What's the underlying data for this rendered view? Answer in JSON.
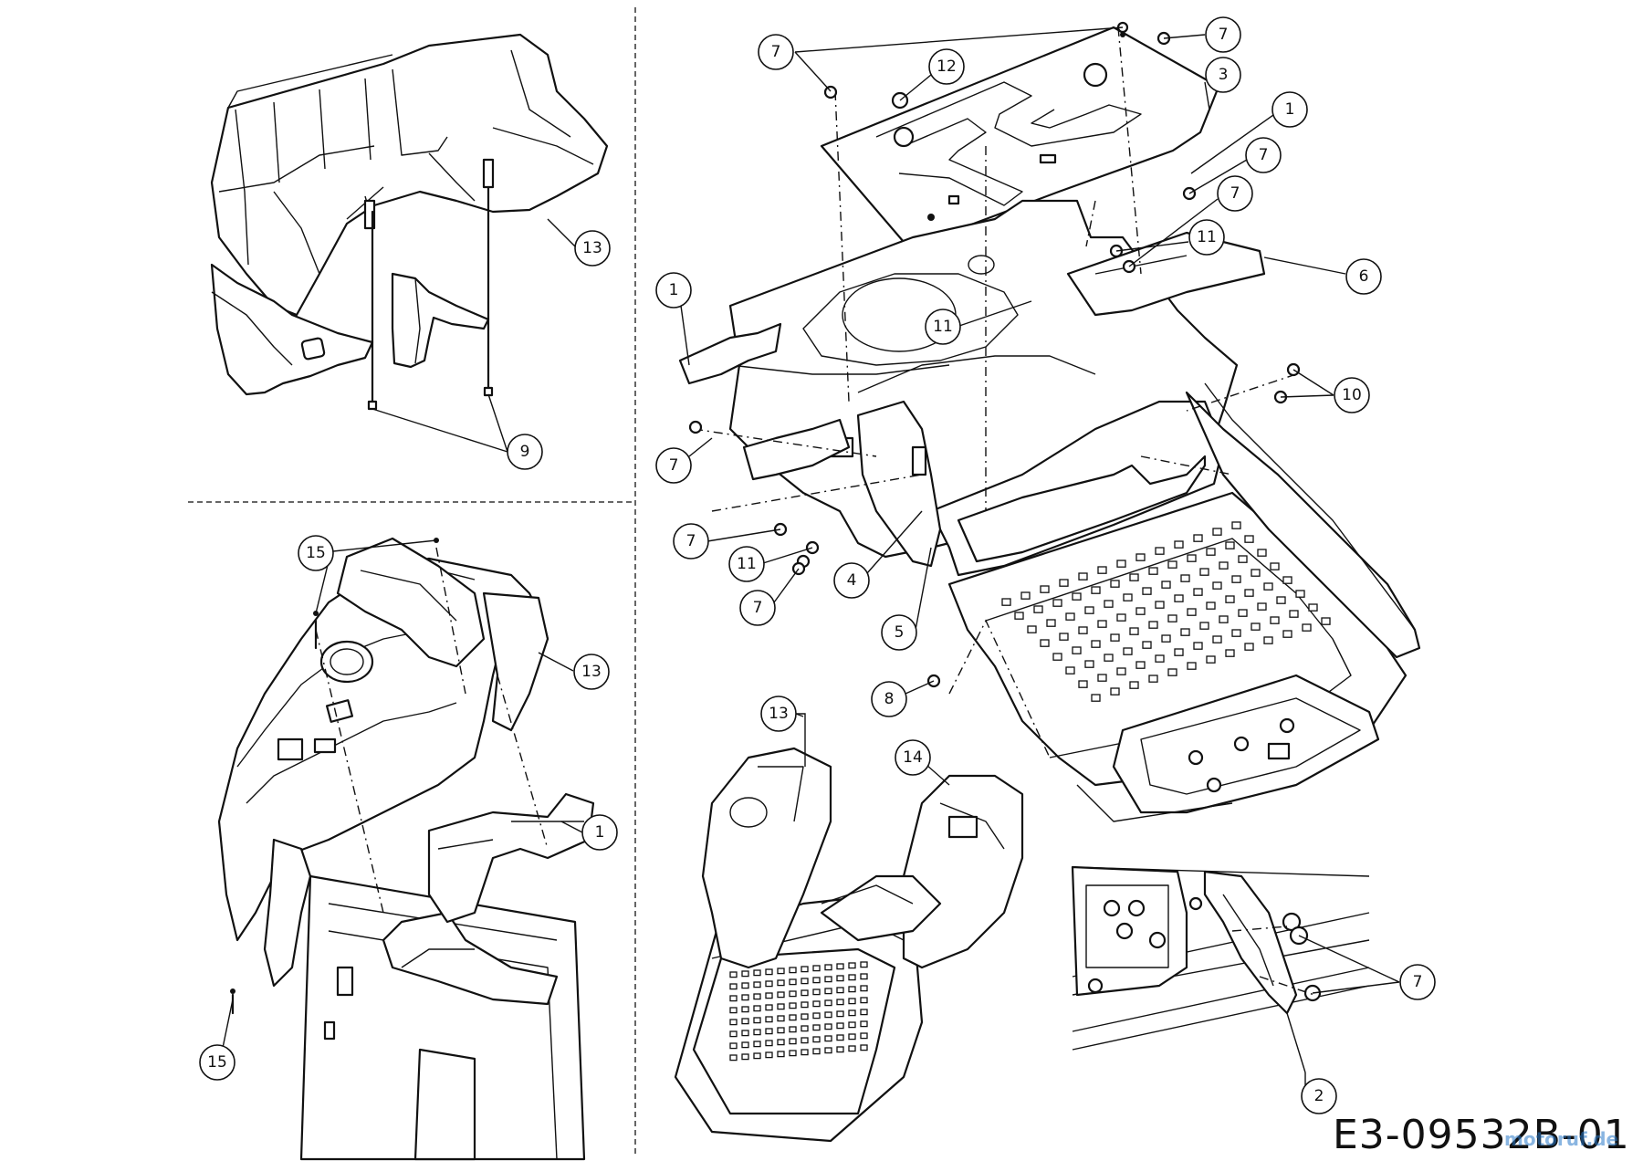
{
  "drawing": {
    "code": "E3-09532B-01",
    "watermark": "motoruf.de"
  },
  "callouts": [
    {
      "id": "c7a",
      "label": "7"
    },
    {
      "id": "c7b",
      "label": "7"
    },
    {
      "id": "c12",
      "label": "12"
    },
    {
      "id": "c3",
      "label": "3"
    },
    {
      "id": "c1a",
      "label": "1"
    },
    {
      "id": "c7c",
      "label": "7"
    },
    {
      "id": "c7d",
      "label": "7"
    },
    {
      "id": "c11a",
      "label": "11"
    },
    {
      "id": "c6",
      "label": "6"
    },
    {
      "id": "c1b",
      "label": "1"
    },
    {
      "id": "c11b",
      "label": "11"
    },
    {
      "id": "c10",
      "label": "10"
    },
    {
      "id": "c7e",
      "label": "7"
    },
    {
      "id": "c7f",
      "label": "7"
    },
    {
      "id": "c11c",
      "label": "11"
    },
    {
      "id": "c4",
      "label": "4"
    },
    {
      "id": "c7g",
      "label": "7"
    },
    {
      "id": "c5",
      "label": "5"
    },
    {
      "id": "c8",
      "label": "8"
    },
    {
      "id": "c13a",
      "label": "13"
    },
    {
      "id": "c9",
      "label": "9"
    },
    {
      "id": "c15a",
      "label": "15"
    },
    {
      "id": "c13b",
      "label": "13"
    },
    {
      "id": "c1c",
      "label": "1"
    },
    {
      "id": "c15b",
      "label": "15"
    },
    {
      "id": "c13c",
      "label": "13"
    },
    {
      "id": "c14",
      "label": "14"
    },
    {
      "id": "c7h",
      "label": "7"
    },
    {
      "id": "c2",
      "label": "2"
    }
  ]
}
